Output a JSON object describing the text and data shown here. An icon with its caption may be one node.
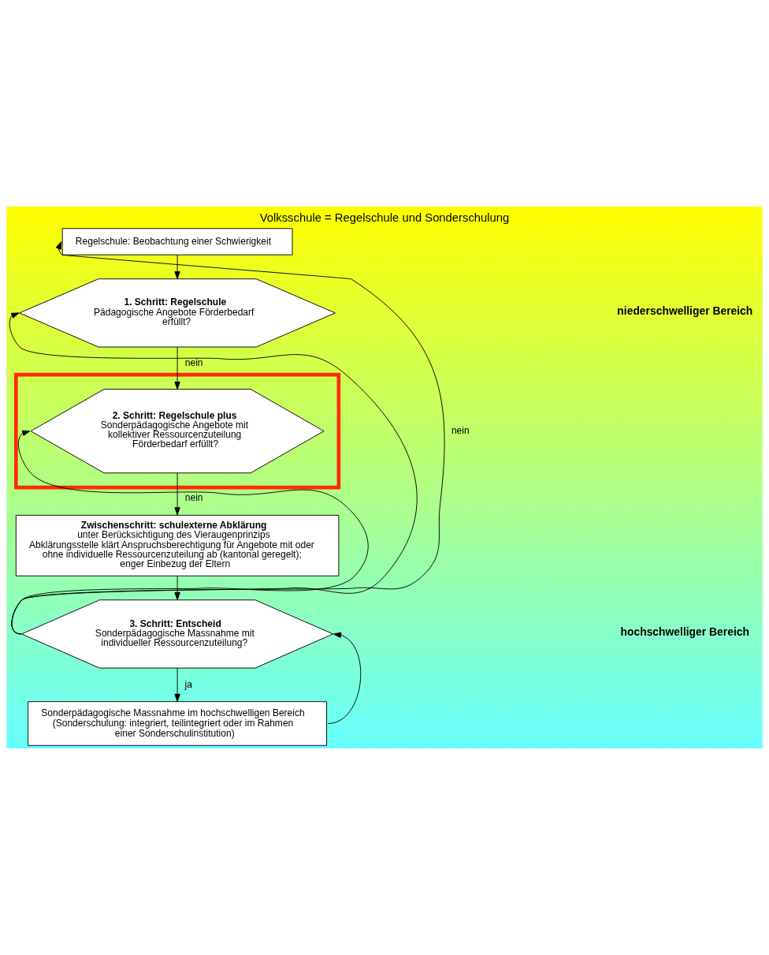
{
  "diagram": {
    "title": "Volksschule = Regelschule und Sonderschulung",
    "nodes": [
      {
        "text": [
          "Regelschule: Beobachtung einer Schwierigkeit"
        ]
      },
      {
        "text": [
          "1. Schritt: Regelschule",
          "Pädagogische Angebote Förderbedarf erfüllt?"
        ]
      },
      {
        "text": [],
        "shape": "box"
      },
      {
        "text": [
          "2. Schritt: Regelschule plus",
          "Sonderpädagogische Angebote mit kollektiver Ressourcenzuteilung Förderbedarf erfüllt?"
        ],
        "in": 2
      },
      {
        "text": [
          "Zwischenschritt: schulexterne Abklärung",
          "unter Berücksichtigung des Vieraugenprinzips",
          "Abklärungsstelle klärt Anspruchsberechtigung für Angebote mit oder ohne individuelle Ressourcenzuteilung ab (kantonal geregelt); enger Einbezug der Eltern"
        ]
      },
      {
        "text": [
          "3. Schritt: Entscheid",
          "Sonderpädagogische Massnahme mit individueller Ressourcenzuteilung?"
        ]
      },
      {
        "text": [
          "Sonderpädagogische Massnahme im hochschwelligen Bereich (Sonderschulung: integriert, teilintegriert oder im Rahmen einer Sonderschulinstitution)"
        ]
      }
    ],
    "edges": [
      {
        "from": 0,
        "to": 1,
        "arrow": "to"
      },
      {
        "from": 1,
        "to": 3,
        "label": "nein",
        "arrow": "to"
      },
      {
        "from": 3,
        "to": 4,
        "label": "nein",
        "arrow": "to"
      },
      {
        "from": 4,
        "to": 5,
        "arrow": "to"
      },
      {
        "from": 5,
        "to": 6,
        "label": "ja",
        "arrow": "to"
      },
      {
        "from": 6,
        "to": 5,
        "arrow": "to"
      },
      {
        "from": 5,
        "to": 0,
        "label": "nein",
        "arrow": "to"
      },
      {
        "from": 5,
        "to": 1,
        "arrow": "to"
      },
      {
        "from": 5,
        "to": 3,
        "arrow": "to"
      }
    ],
    "labels": [
      "niederschwelliger Bereich",
      "hochschwelliger Bereich"
    ]
  }
}
